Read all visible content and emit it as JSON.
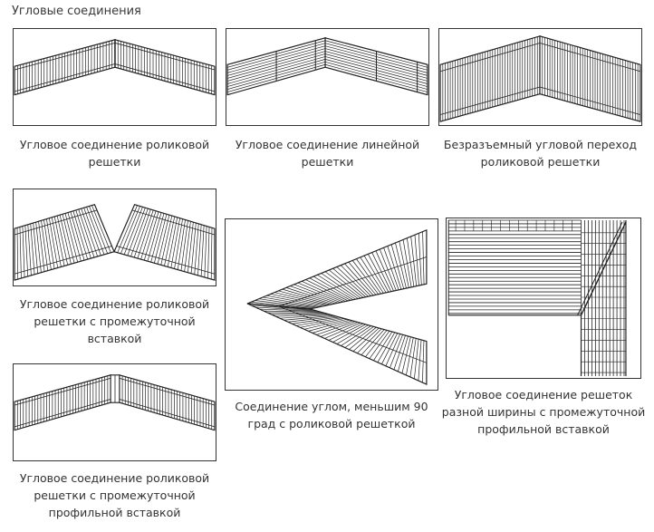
{
  "page": {
    "title": "Угловые соединения"
  },
  "items": [
    {
      "id": "roller-corner",
      "caption": [
        "Угловое соединение роликовой",
        "решетки"
      ]
    },
    {
      "id": "linear-corner",
      "caption": [
        "Угловое соединение линейной",
        "решетки"
      ]
    },
    {
      "id": "seamless-corner",
      "caption": [
        "Безразъемный угловой переход",
        "роликовой решетки"
      ]
    },
    {
      "id": "roller-insert",
      "caption": [
        "Угловое соединение роликовой",
        "решетки с промежуточной",
        "вставкой"
      ]
    },
    {
      "id": "acute-angle",
      "caption": [
        "Соединение углом, меньшим 90",
        "град с роликовой решеткой"
      ]
    },
    {
      "id": "different-width",
      "caption": [
        "Угловое соединение решеток",
        "разной ширины с промежуточной",
        "профильной вставкой"
      ]
    },
    {
      "id": "roller-profile-insert",
      "caption": [
        "Угловое соединение роликовой",
        "решетки с промежуточной",
        "профильной вставкой"
      ]
    }
  ]
}
